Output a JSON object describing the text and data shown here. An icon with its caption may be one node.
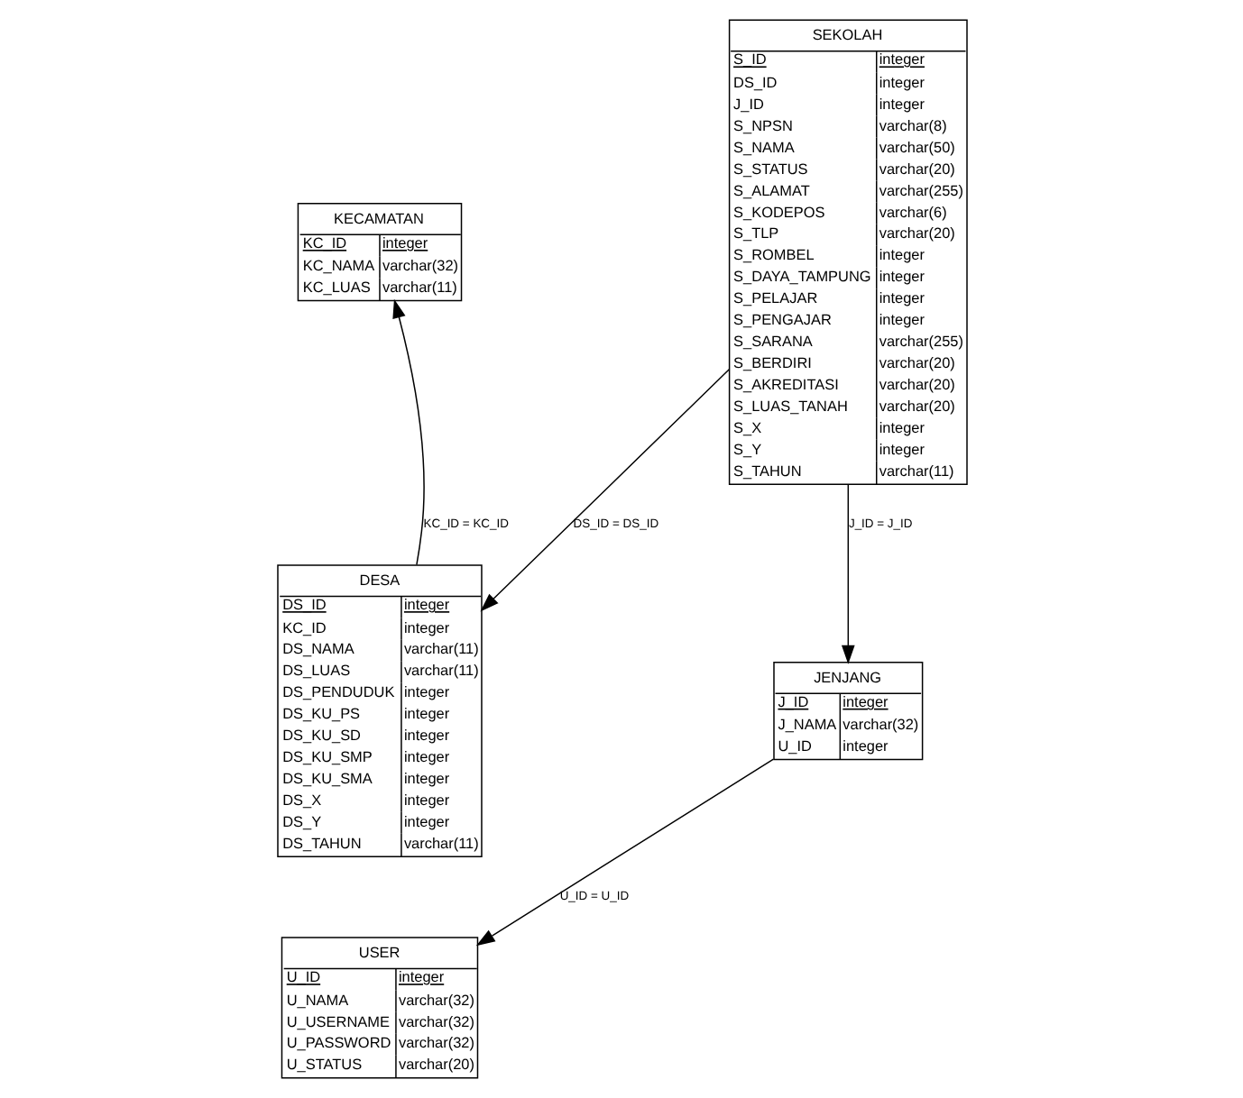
{
  "diagram": {
    "nodes": [
      {
        "text": [
          "KECAMATAN",
          "KC_ID",
          "integer",
          "KC_NAMA",
          "varchar(32)",
          "KC_LUAS",
          "varchar(11)"
        ]
      },
      {
        "text": [
          "SEKOLAH",
          "S_ID",
          "integer",
          "DS_ID",
          "integer",
          "J_ID",
          "integer",
          "S_NPSN",
          "varchar(8)",
          "S_NAMA",
          "varchar(50)",
          "S_STATUS",
          "varchar(20)",
          "S_ALAMAT",
          "varchar(255)",
          "S_KODEPOS",
          "varchar(6)",
          "S_TLP",
          "varchar(20)",
          "S_ROMBEL",
          "integer",
          "S_DAYA_TAMPUNG",
          "integer",
          "S_PELAJAR",
          "integer",
          "S_PENGAJAR",
          "integer",
          "S_SARANA",
          "varchar(255)",
          "S_BERDIRI",
          "varchar(20)",
          "S_AKREDITASI",
          "varchar(20)",
          "S_LUAS_TANAH",
          "varchar(20)",
          "S_X",
          "integer",
          "S_Y",
          "integer",
          "S_TAHUN",
          "varchar(11)"
        ]
      },
      {
        "text": [
          "DESA",
          "DS_ID",
          "integer",
          "KC_ID",
          "integer",
          "DS_NAMA",
          "varchar(11)",
          "DS_LUAS",
          "varchar(11)",
          "DS_PENDUDUK",
          "integer",
          "DS_KU_PS",
          "integer",
          "DS_KU_SD",
          "integer",
          "DS_KU_SMP",
          "integer",
          "DS_KU_SMA",
          "integer",
          "DS_X",
          "integer",
          "DS_Y",
          "integer",
          "DS_TAHUN",
          "varchar(11)"
        ]
      },
      {
        "text": [
          "USER",
          "U_ID",
          "integer",
          "U_NAMA",
          "varchar(32)",
          "U_USERNAME",
          "varchar(32)",
          "U_PASSWORD",
          "varchar(32)",
          "U_STATUS",
          "varchar(20)"
        ]
      },
      {
        "text": [
          "JENJANG",
          "J_ID",
          "integer",
          "J_NAMA",
          "varchar(32)",
          "U_ID",
          "integer"
        ]
      }
    ],
    "edges": [
      {
        "from": 2,
        "to": 0,
        "arrow": "to",
        "label": "KC_ID = KC_ID"
      },
      {
        "from": 1,
        "to": 2,
        "arrow": "to",
        "label": "DS_ID = DS_ID"
      },
      {
        "from": 1,
        "to": 4,
        "arrow": "to",
        "label": "J_ID = J_ID"
      },
      {
        "from": 4,
        "to": 3,
        "arrow": "to",
        "label": "U_ID = U_ID"
      }
    ]
  }
}
